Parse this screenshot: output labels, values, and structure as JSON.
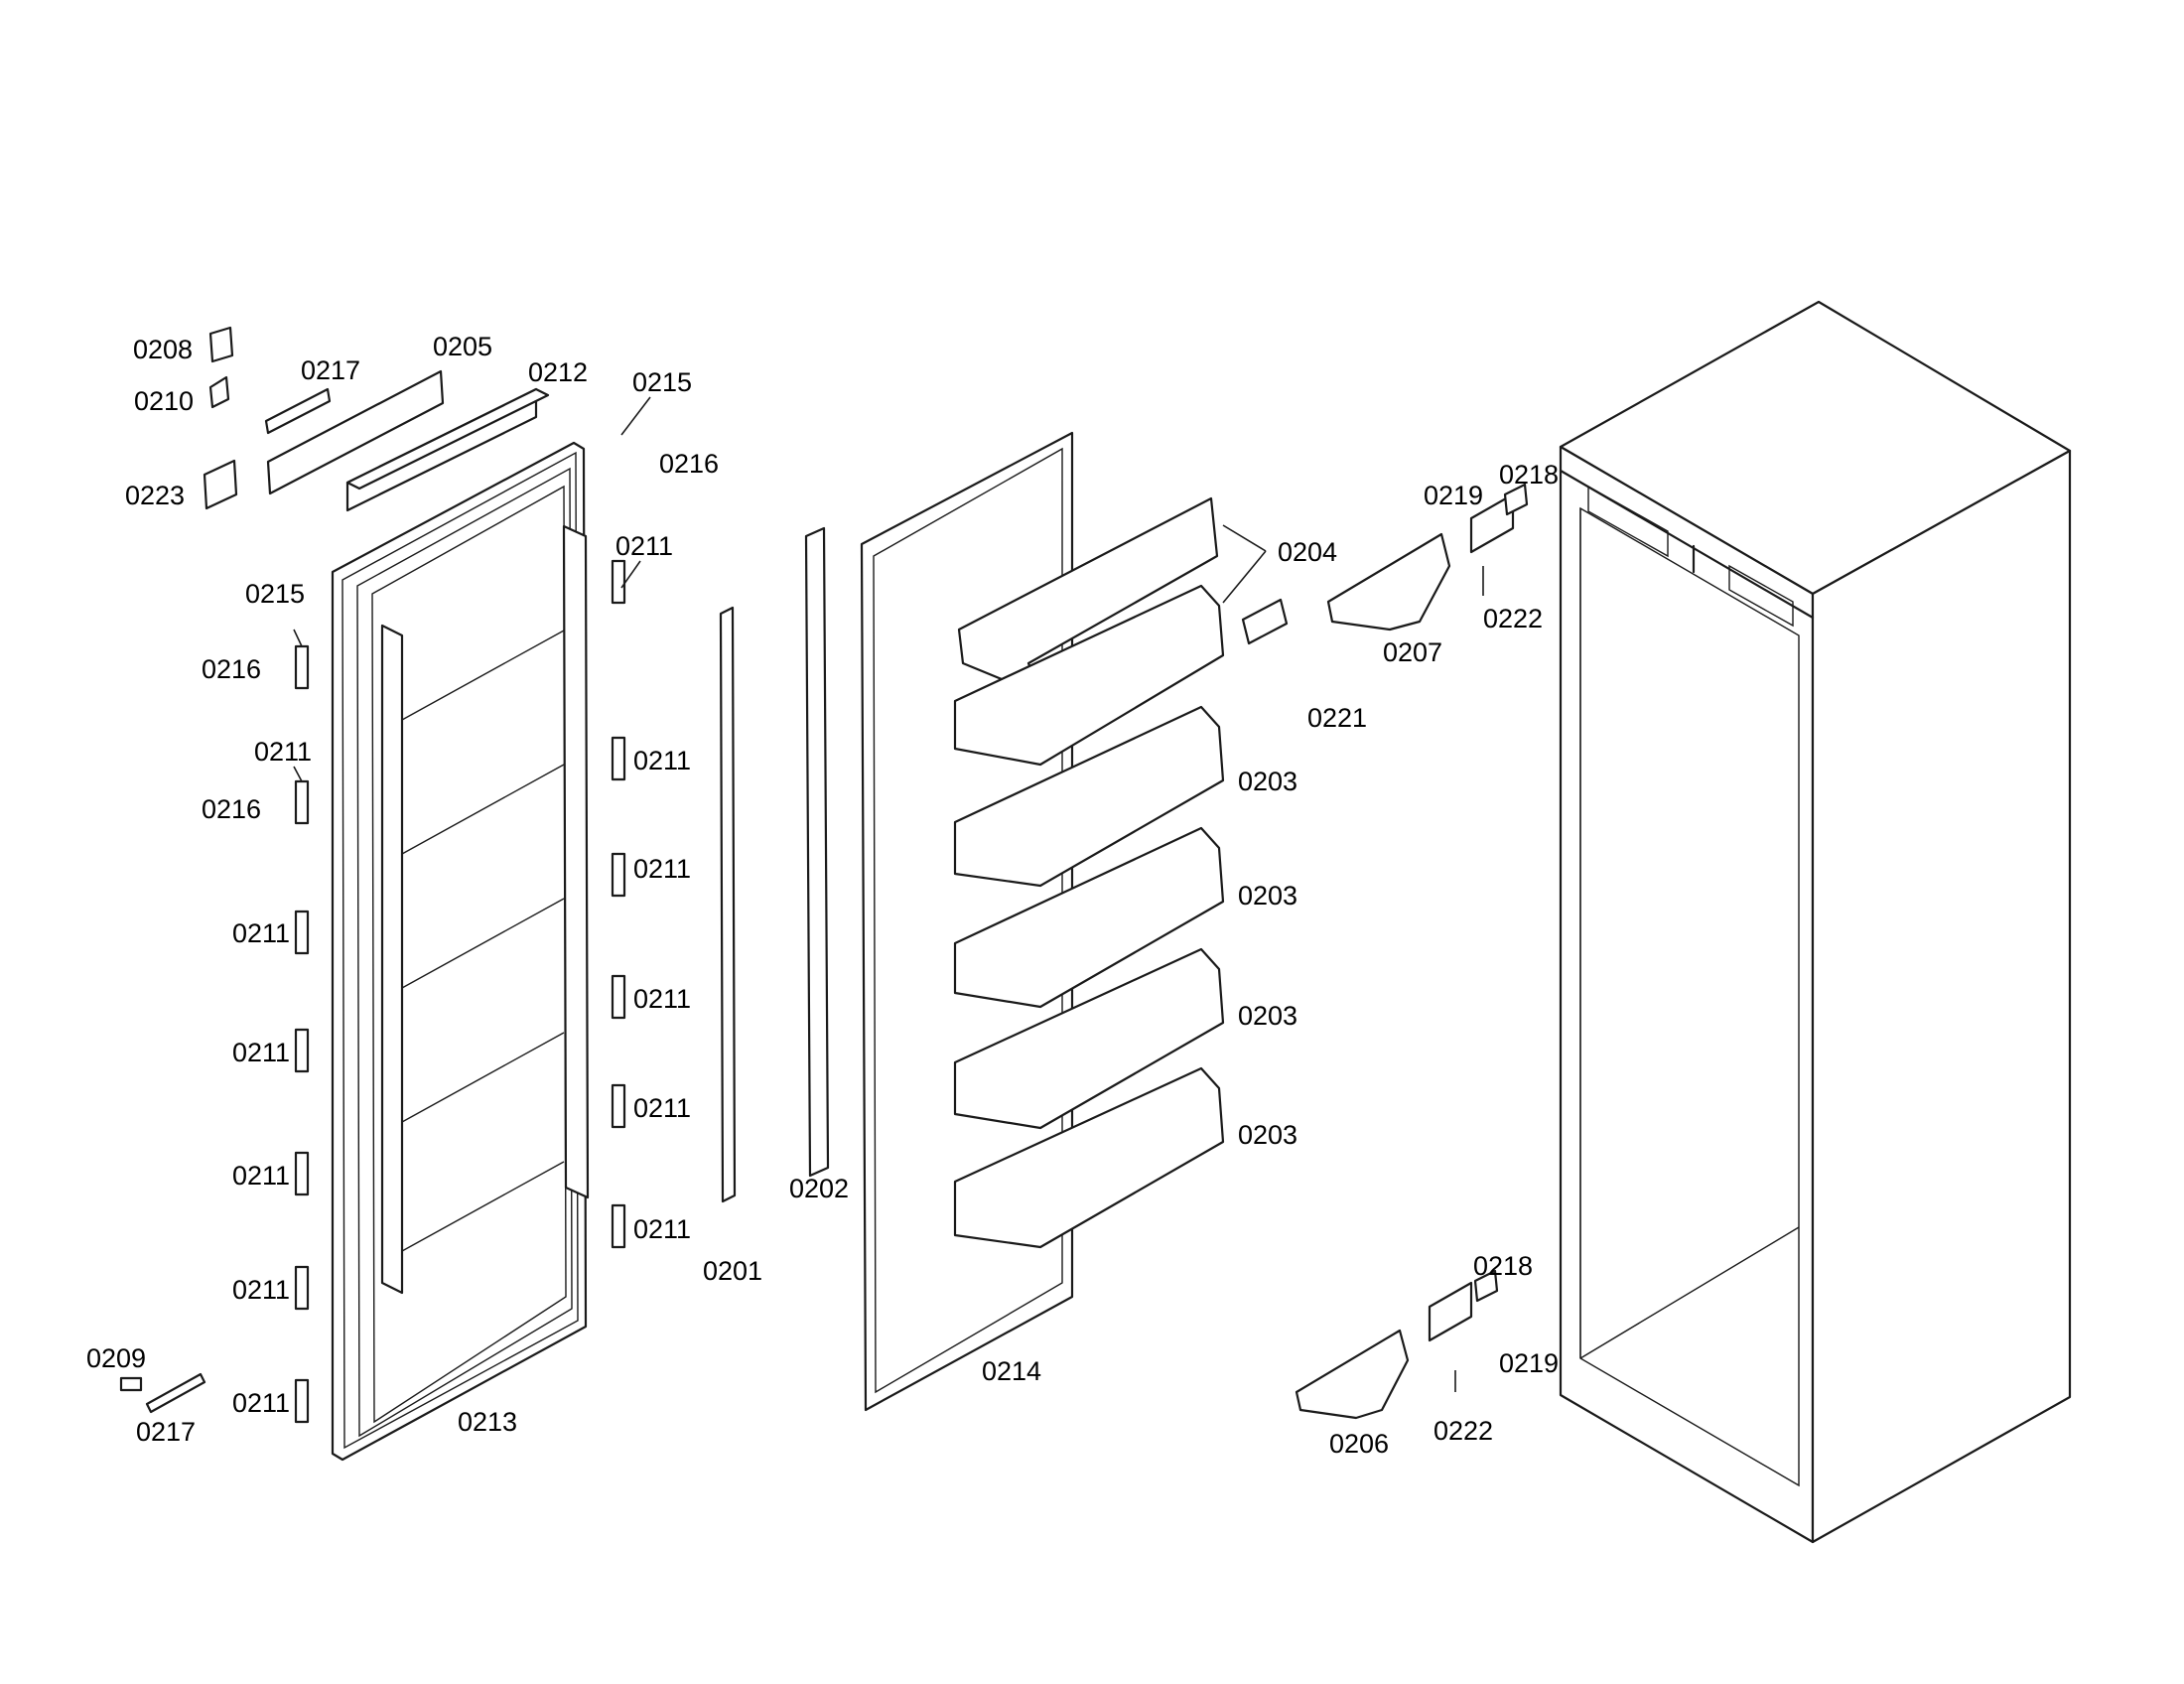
{
  "diagram": {
    "labels": [
      "0208",
      "0210",
      "0217",
      "0205",
      "0212",
      "0215",
      "0216",
      "0223",
      "0211",
      "0215",
      "0216",
      "0211",
      "0216",
      "0211",
      "0211",
      "0211",
      "0211",
      "0211",
      "0211",
      "0211",
      "0211",
      "0211",
      "0211",
      "0209",
      "0217",
      "0213",
      "0201",
      "0202",
      "0214",
      "0204",
      "0203",
      "0203",
      "0203",
      "0203",
      "0221",
      "0219",
      "0218",
      "0222",
      "0207",
      "0218",
      "0219",
      "0222",
      "0206"
    ]
  }
}
